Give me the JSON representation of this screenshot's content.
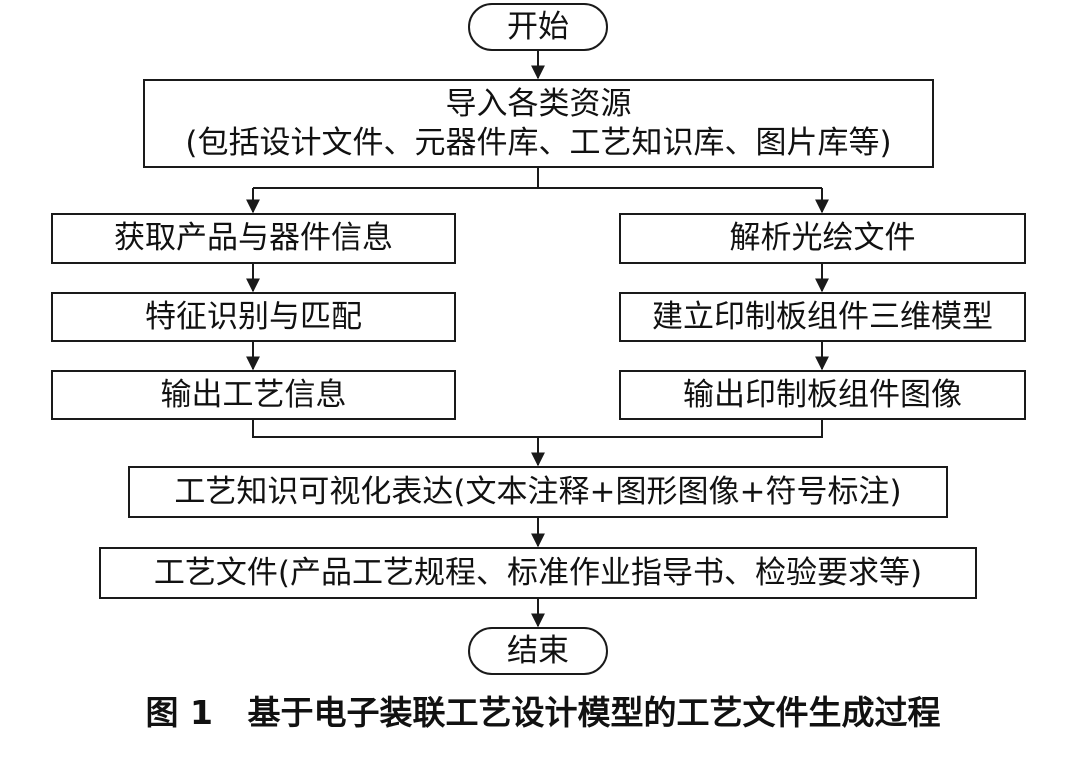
{
  "diagram": {
    "nodes": {
      "start": "开始",
      "import_line1": "导入各类资源",
      "import_line2": "(包括设计文件、元器件库、工艺知识库、图片库等)",
      "get_info": "获取产品与器件信息",
      "feature": "特征识别与匹配",
      "output_info": "输出工艺信息",
      "parse": "解析光绘文件",
      "model3d": "建立印制板组件三维模型",
      "output_image": "输出印制板组件图像",
      "visualize": "工艺知识可视化表达(文本注释+图形图像+符号标注)",
      "process_doc": "工艺文件(产品工艺规程、标准作业指导书、检验要求等)",
      "end": "结束"
    },
    "edges": [
      {
        "from": "start",
        "to": "import"
      },
      {
        "from": "import",
        "to": "get_info"
      },
      {
        "from": "import",
        "to": "parse"
      },
      {
        "from": "get_info",
        "to": "feature"
      },
      {
        "from": "feature",
        "to": "output_info"
      },
      {
        "from": "parse",
        "to": "model3d"
      },
      {
        "from": "model3d",
        "to": "output_image"
      },
      {
        "from": "output_info",
        "to": "visualize"
      },
      {
        "from": "output_image",
        "to": "visualize"
      },
      {
        "from": "visualize",
        "to": "process_doc"
      },
      {
        "from": "process_doc",
        "to": "end"
      }
    ]
  },
  "caption": "图 1   基于电子装联工艺设计模型的工艺文件生成过程"
}
